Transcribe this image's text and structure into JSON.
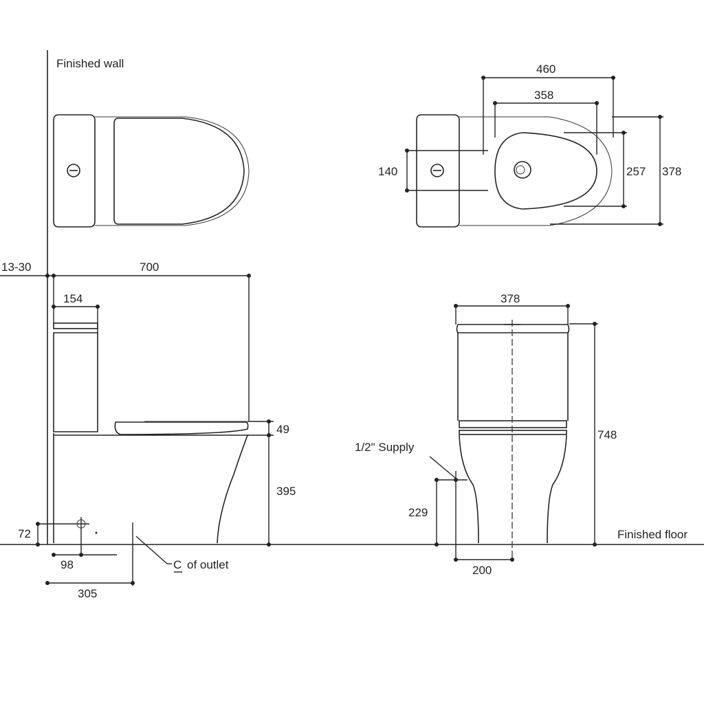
{
  "labels": {
    "finished_wall": "Finished wall",
    "finished_floor": "Finished floor",
    "supply": "1/2\" Supply",
    "outlet": "of outlet",
    "centerline_symbol": "C"
  },
  "dimensions": {
    "wall_gap": "13-30",
    "overall_length": "700",
    "tank_depth": "154",
    "seat_thickness": "49",
    "seat_height": "395",
    "outlet_height": "72",
    "supply_offset_side": "98",
    "outlet_rough_in": "305",
    "bowl_length": "460",
    "rim_length": "358",
    "fixing_spacing": "140",
    "rim_width": "257",
    "overall_width_top": "378",
    "overall_width_front": "378",
    "overall_height": "748",
    "supply_height": "229",
    "supply_offset_front": "200"
  }
}
